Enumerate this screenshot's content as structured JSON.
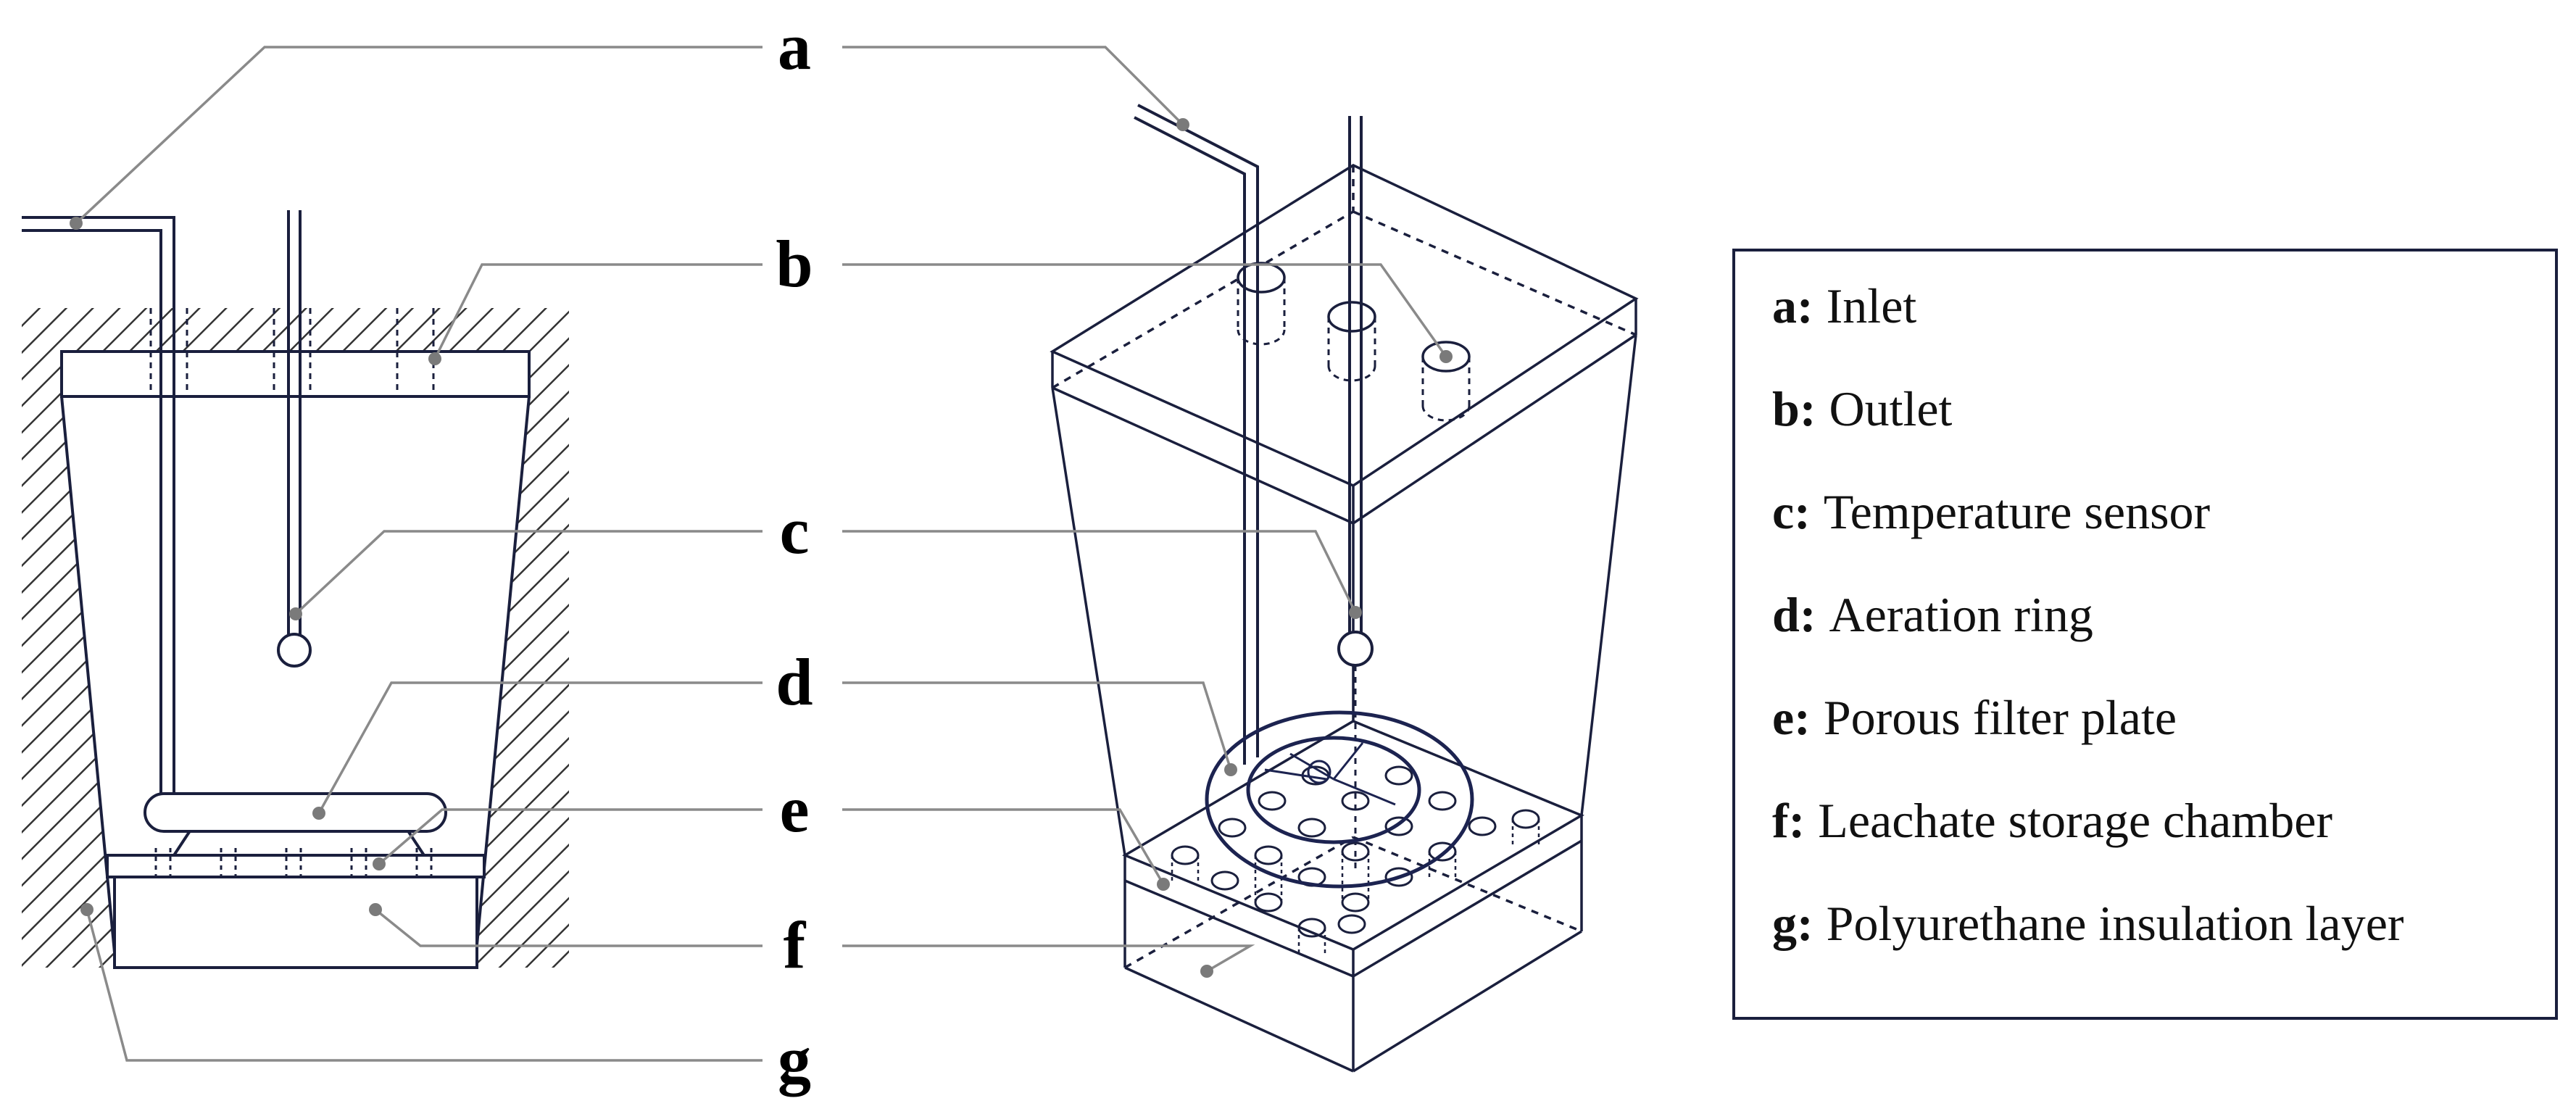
{
  "diagram": {
    "callouts": [
      "a",
      "b",
      "c",
      "d",
      "e",
      "f",
      "g"
    ],
    "legend": [
      {
        "key": "a:",
        "text": "Inlet"
      },
      {
        "key": "b:",
        "text": "Outlet"
      },
      {
        "key": "c:",
        "text": "Temperature sensor"
      },
      {
        "key": "d:",
        "text": "Aeration ring"
      },
      {
        "key": "e:",
        "text": "Porous filter plate"
      },
      {
        "key": "f:",
        "text": "Leachate storage chamber"
      },
      {
        "key": "g:",
        "text": "Polyurethane insulation layer"
      }
    ],
    "colors": {
      "line": "#1a1f3d",
      "leader": "#8a8a8a",
      "dot": "#7a7a7a",
      "hatch": "#333333",
      "ring": "#1c2350"
    }
  }
}
